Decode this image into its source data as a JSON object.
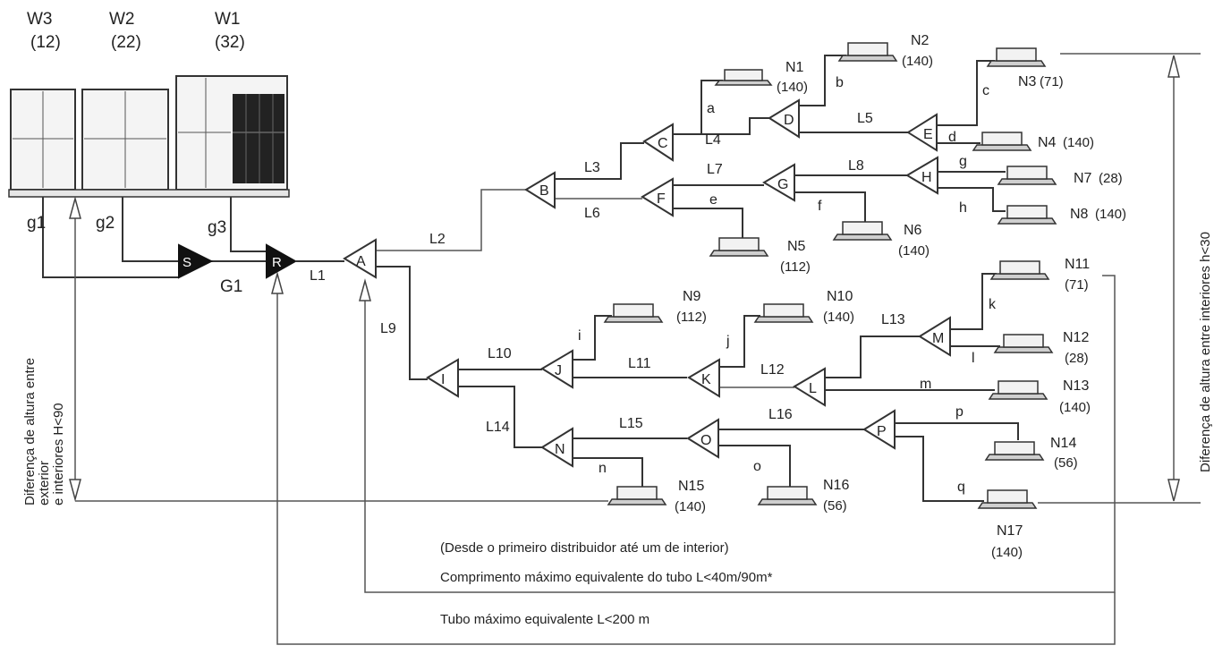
{
  "outdoor_units": [
    {
      "id": "W3",
      "capacity": "(12)"
    },
    {
      "id": "W2",
      "capacity": "(22)"
    },
    {
      "id": "W1",
      "capacity": "(32)"
    }
  ],
  "outdoor_pipes": [
    "g1",
    "g2",
    "g3",
    "G1"
  ],
  "joints": [
    "S",
    "R",
    "A",
    "B",
    "C",
    "D",
    "E",
    "F",
    "G",
    "H",
    "I",
    "J",
    "K",
    "L",
    "M",
    "N",
    "O",
    "P"
  ],
  "main_pipes": [
    "L1",
    "L2",
    "L3",
    "L4",
    "L5",
    "L6",
    "L7",
    "L8",
    "L9",
    "L10",
    "L11",
    "L12",
    "L13",
    "L14",
    "L15",
    "L16"
  ],
  "branch_pipes": [
    "a",
    "b",
    "c",
    "d",
    "e",
    "f",
    "g",
    "h",
    "i",
    "j",
    "k",
    "l",
    "m",
    "n",
    "o",
    "p",
    "q"
  ],
  "indoor_units": [
    {
      "id": "N1",
      "capacity": "(140)"
    },
    {
      "id": "N2",
      "capacity": "(140)"
    },
    {
      "id": "N3",
      "capacity": "(71)"
    },
    {
      "id": "N4",
      "capacity": "(140)"
    },
    {
      "id": "N5",
      "capacity": "(112)"
    },
    {
      "id": "N6",
      "capacity": "(140)"
    },
    {
      "id": "N7",
      "capacity": "(28)"
    },
    {
      "id": "N8",
      "capacity": "(140)"
    },
    {
      "id": "N9",
      "capacity": "(112)"
    },
    {
      "id": "N10",
      "capacity": "(140)"
    },
    {
      "id": "N11",
      "capacity": "(71)"
    },
    {
      "id": "N12",
      "capacity": "(28)"
    },
    {
      "id": "N13",
      "capacity": "(140)"
    },
    {
      "id": "N14",
      "capacity": "(56)"
    },
    {
      "id": "N15",
      "capacity": "(140)"
    },
    {
      "id": "N16",
      "capacity": "(56)"
    },
    {
      "id": "N17",
      "capacity": "(140)"
    }
  ],
  "labels": {
    "left_height_line1": "Diferença de altura entre",
    "left_height_line2": "exterior",
    "left_height_line3": "e interiores H<90",
    "right_height": "Diferença de altura entre interiores h<30",
    "note_first_distributor": "(Desde o primeiro distribuidor até um de interior)",
    "max_equiv_length_branch": "Comprimento máximo equivalente do tubo L<40m/90m*",
    "max_equiv_length_total": "Tubo máximo equivalente L<200 m"
  }
}
